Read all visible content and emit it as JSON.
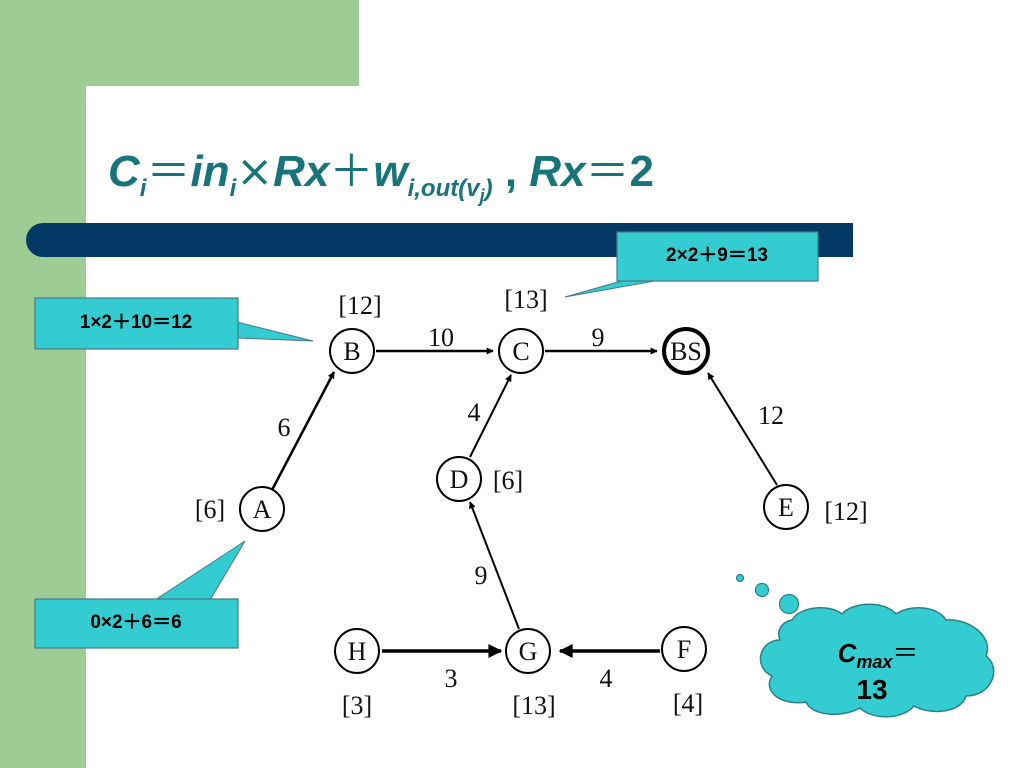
{
  "title": {
    "c": "C",
    "c_sub": "i",
    "eq1": "＝",
    "in": "in",
    "in_sub": "i",
    "times": "×",
    "rx": "Rx",
    "plus": "＋",
    "w": "w",
    "w_sub": "i,out(v",
    "w_sub_j": "j",
    "w_sub_close": ")",
    "comma": " , ",
    "rx2": "Rx",
    "eq2": "＝",
    "two": "2"
  },
  "nodes": {
    "A": {
      "label": "A",
      "tag": "[6]"
    },
    "B": {
      "label": "B",
      "tag": "[12]"
    },
    "C": {
      "label": "C",
      "tag": "[13]"
    },
    "BS": {
      "label": "BS",
      "tag": ""
    },
    "D": {
      "label": "D",
      "tag": "[6]"
    },
    "E": {
      "label": "E",
      "tag": "[12]"
    },
    "H": {
      "label": "H",
      "tag": "[3]"
    },
    "G": {
      "label": "G",
      "tag": "[13]"
    },
    "F": {
      "label": "F",
      "tag": "[4]"
    }
  },
  "edges": {
    "A_B": "6",
    "B_C": "10",
    "C_BS": "9",
    "D_C": "4",
    "E_BS": "12",
    "G_D": "9",
    "H_G": "3",
    "F_G": "4"
  },
  "callouts": {
    "top_right": "2×2＋9＝13",
    "upper_left": "1×2＋10＝12",
    "lower_left": "0×2＋6＝6"
  },
  "cloud": {
    "c": "C",
    "sub": "max",
    "eq": "＝",
    "value": "13"
  },
  "colors": {
    "green": "#9dcc94",
    "navy": "#043865",
    "teal_title": "#17747a",
    "callout_fill": "#33ccd1"
  }
}
